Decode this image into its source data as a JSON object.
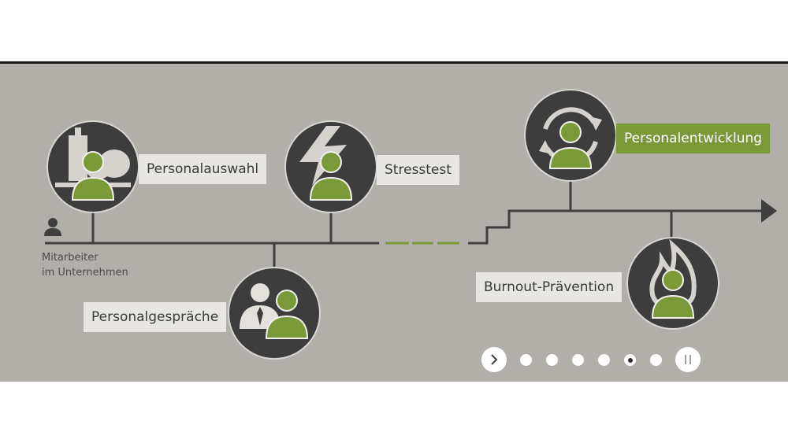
{
  "start": {
    "line1": "Mitarbeiter",
    "line2": "im Unternehmen"
  },
  "nodes": {
    "personalauswahl": {
      "label": "Personalauswahl"
    },
    "stresstest": {
      "label": "Stresstest"
    },
    "personalgespraeche": {
      "label": "Personalgespräche"
    },
    "personalentwicklung": {
      "label": "Personalentwicklung"
    },
    "burnout": {
      "label": "Burnout-Prävention"
    }
  },
  "carousel": {
    "slide_count": 6,
    "active_index": 4
  },
  "icons": {
    "start": "person-small-icon",
    "next": "chevron-right-icon",
    "pause": "pause-icon"
  },
  "colors": {
    "panel": "#b2aeaa",
    "circle": "#3d3d3d",
    "person": "#7a9a3a",
    "label_bg": "#e8e6e2",
    "highlight": "#7a9a3a"
  }
}
